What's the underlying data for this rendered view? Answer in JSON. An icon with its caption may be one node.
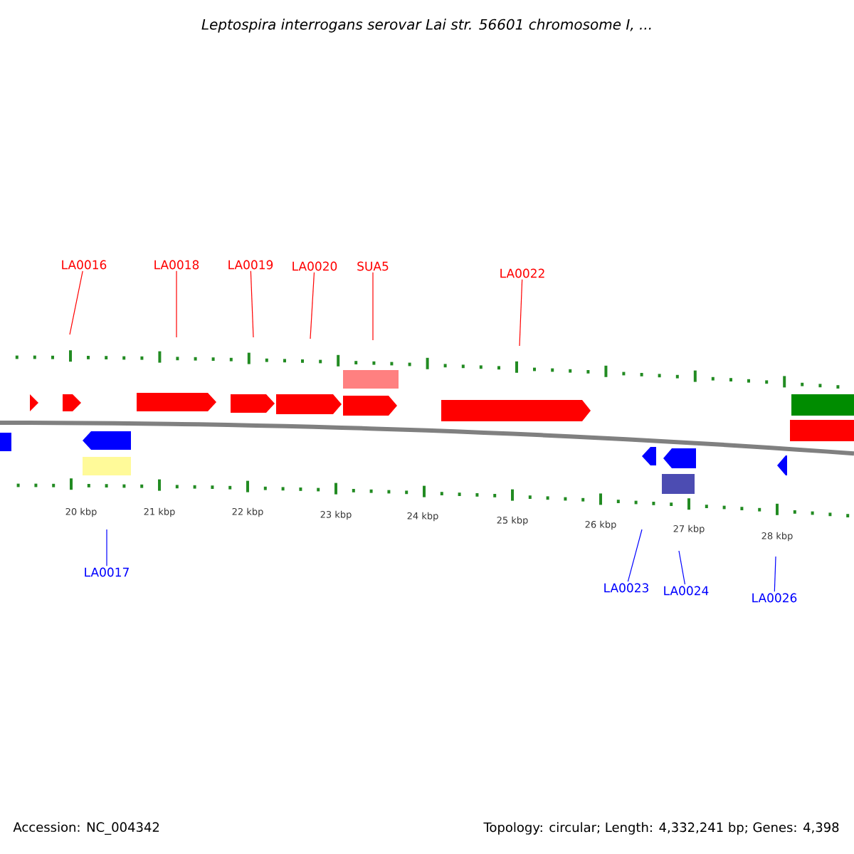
{
  "diagram": {
    "title": "Leptospira interrogans serovar Lai str. 56601 chromosome I, ...",
    "nodes": [
      {
        "text": [
          "LA0016"
        ]
      },
      {
        "text": [
          "LA0018"
        ]
      },
      {
        "text": [
          "LA0019"
        ]
      },
      {
        "text": [
          "LA0020"
        ]
      },
      {
        "text": [
          "SUA5"
        ]
      },
      {
        "text": [
          "LA0022"
        ]
      },
      {
        "text": [
          "LA0017"
        ]
      },
      {
        "text": [
          "LA0023"
        ]
      },
      {
        "text": [
          "LA0024"
        ]
      },
      {
        "text": [
          "LA0026"
        ]
      }
    ],
    "edges": [
      {
        "from": 0,
        "to": null,
        "arrow": "none"
      },
      {
        "from": 1,
        "to": null,
        "arrow": "none"
      },
      {
        "from": 2,
        "to": null,
        "arrow": "none"
      },
      {
        "from": 3,
        "to": null,
        "arrow": "none"
      },
      {
        "from": 4,
        "to": null,
        "arrow": "none"
      },
      {
        "from": 5,
        "to": null,
        "arrow": "none"
      },
      {
        "from": 6,
        "to": null,
        "arrow": "none",
        "color": "#0000ff"
      },
      {
        "from": 7,
        "to": null,
        "arrow": "none",
        "color": "#0000ff"
      },
      {
        "from": 8,
        "to": null,
        "arrow": "none",
        "color": "#0000ff"
      },
      {
        "from": 9,
        "to": null,
        "arrow": "none",
        "color": "#0000ff"
      }
    ],
    "labels": [
      "20 kbp",
      "21 kbp",
      "22 kbp",
      "23 kbp",
      "24 kbp",
      "25 kbp",
      "26 kbp",
      "27 kbp",
      "28 kbp",
      "Accession: NC_004342",
      "Topology: circular; Length: 4,332,241 bp; Genes: 4,398"
    ]
  }
}
